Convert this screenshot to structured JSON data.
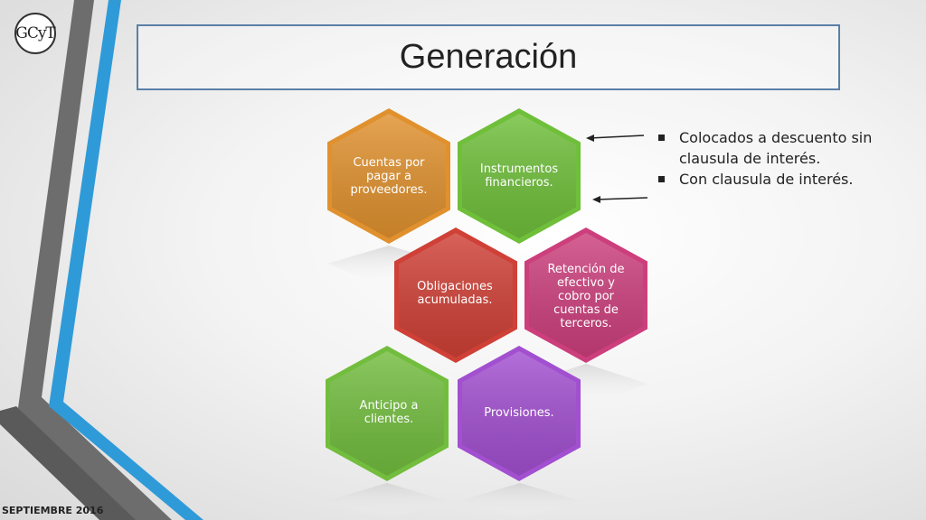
{
  "slide": {
    "title": "Generación",
    "footer": "SEPTIEMBRE 2016",
    "logo": "GCyT"
  },
  "hexagons": [
    {
      "label": "Cuentas por pagar a proveedores.",
      "color": "#e0912e"
    },
    {
      "label": "Instrumentos financieros.",
      "color": "#6fbf3a"
    },
    {
      "label": "Obligaciones acumuladas.",
      "color": "#cf4036"
    },
    {
      "label": "Retención de efectivo y cobro por cuentas de terceros.",
      "color": "#cc3f7c"
    },
    {
      "label": "Anticipo a clientes.",
      "color": "#72bd3e"
    },
    {
      "label": "Provisiones.",
      "color": "#a24fd0"
    }
  ],
  "bullets": [
    "Colocados a descuento sin clausula de interés.",
    "Con clausula de interés."
  ]
}
